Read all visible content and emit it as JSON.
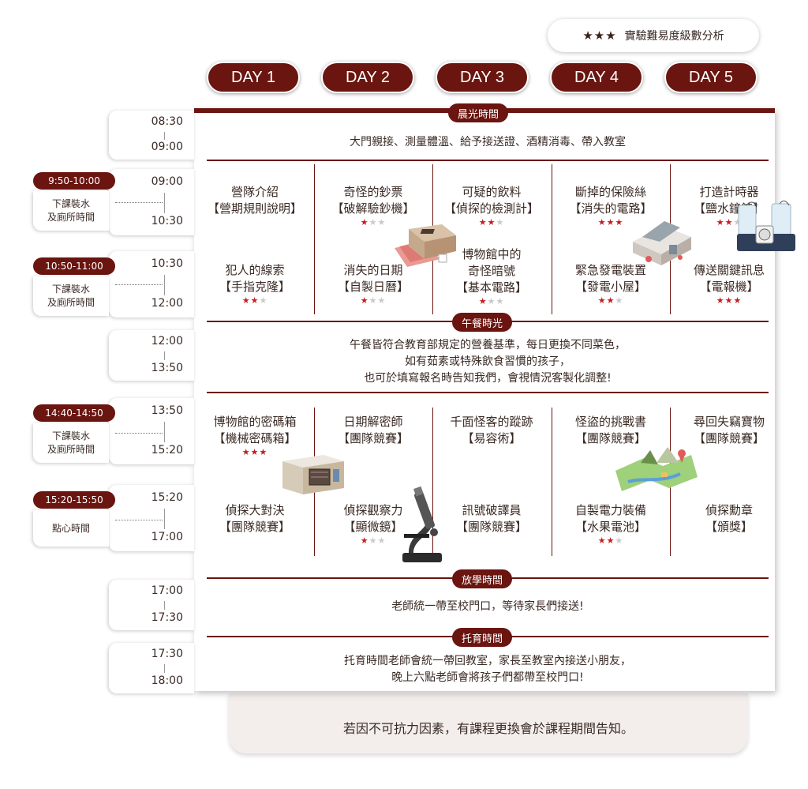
{
  "legend": {
    "stars": "★★★",
    "label": "實驗難易度級數分析"
  },
  "days": [
    "DAY 1",
    "DAY 2",
    "DAY 3",
    "DAY 4",
    "DAY 5"
  ],
  "times": [
    {
      "start": "08:30",
      "end": "09:00"
    },
    {
      "start": "09:00",
      "end": "10:30"
    },
    {
      "start": "10:30",
      "end": "12:00"
    },
    {
      "start": "12:00",
      "end": "13:50"
    },
    {
      "start": "13:50",
      "end": "15:20"
    },
    {
      "start": "15:20",
      "end": "17:00"
    },
    {
      "start": "17:00",
      "end": "17:30"
    },
    {
      "start": "17:30",
      "end": "18:00"
    }
  ],
  "breaks": [
    {
      "time": "9:50-10:00",
      "line1": "下課裝水",
      "line2": "及廁所時間"
    },
    {
      "time": "10:50-11:00",
      "line1": "下課裝水",
      "line2": "及廁所時間"
    },
    {
      "time": "14:40-14:50",
      "line1": "下課裝水",
      "line2": "及廁所時間"
    },
    {
      "time": "15:20-15:50",
      "line1": "點心時間",
      "line2": ""
    }
  ],
  "sections": {
    "morning": {
      "label": "晨光時間",
      "note": "大門親接、測量體溫、給予接送證、酒精消毒、帶入教室"
    },
    "lunch": {
      "label": "午餐時光",
      "note1": "午餐皆符合教育部規定的營養基準，每日更換不同菜色，",
      "note2": "如有茹素或特殊飲食習慣的孩子，",
      "note3": "也可於填寫報名時告知我們，會視情況客製化調整!"
    },
    "school_out": {
      "label": "放學時間",
      "note": "老師統一帶至校門口，等待家長們接送!"
    },
    "daycare": {
      "label": "托育時間",
      "note1": "托育時間老師會統一帶回教室，家長至教室內接送小朋友，",
      "note2": "晚上六點老師會將孩子們都帶至校門口!"
    }
  },
  "am_row1": [
    {
      "title": "營隊介紹",
      "sub": "【營期規則說明】",
      "rating": 0
    },
    {
      "title": "奇怪的鈔票",
      "sub": "【破解驗鈔機】",
      "rating": 1
    },
    {
      "title": "可疑的飲料",
      "sub": "【偵探的檢測計】",
      "rating": 2
    },
    {
      "title": "斷掉的保險絲",
      "sub": "【消失的電路】",
      "rating": 3
    },
    {
      "title": "打造計時器",
      "sub": "【鹽水鐘錶】",
      "rating": 2
    }
  ],
  "am_row2": [
    {
      "title": "犯人的線索",
      "title2": "",
      "sub": "【手指克隆】",
      "rating": 2
    },
    {
      "title": "消失的日期",
      "title2": "",
      "sub": "【自製日曆】",
      "rating": 1
    },
    {
      "title": "博物館中的",
      "title2": "奇怪暗號",
      "sub": "【基本電路】",
      "rating": 1
    },
    {
      "title": "緊急發電裝置",
      "title2": "",
      "sub": "【發電小屋】",
      "rating": 2
    },
    {
      "title": "傳送關鍵訊息",
      "title2": "",
      "sub": "【電報機】",
      "rating": 3
    }
  ],
  "pm_row1": [
    {
      "title": "博物館的密碼箱",
      "sub": "【機械密碼箱】",
      "rating": 3
    },
    {
      "title": "日期解密師",
      "sub": "【團隊競賽】",
      "rating": 0
    },
    {
      "title": "千面怪客的蹤跡",
      "sub": "【易容術】",
      "rating": 0
    },
    {
      "title": "怪盜的挑戰書",
      "sub": "【團隊競賽】",
      "rating": 0
    },
    {
      "title": "尋回失竊寶物",
      "sub": "【團隊競賽】",
      "rating": 0
    }
  ],
  "pm_row2": [
    {
      "title": "偵探大對決",
      "sub": "【團隊競賽】",
      "rating": 0
    },
    {
      "title": "偵探觀察力",
      "sub": "【顯微鏡】",
      "rating": 1
    },
    {
      "title": "訊號破譯員",
      "sub": "【團隊競賽】",
      "rating": 0
    },
    {
      "title": "自製電力裝備",
      "sub": "【水果電池】",
      "rating": 2
    },
    {
      "title": "偵探勳章",
      "sub": "【頒獎】",
      "rating": 0
    }
  ],
  "footer": "若因不可抗力因素，有課程更換會於課程期間告知。",
  "colors": {
    "accent": "#6a1510",
    "star_on": "#c41e1e",
    "star_off": "#c9c9c9",
    "footer_bg": "#f3eeec"
  },
  "icons": [
    "star-icon",
    "bill-detector-icon",
    "power-house-icon",
    "salt-water-clock-icon",
    "combination-box-icon",
    "microscope-icon",
    "map-icon"
  ]
}
